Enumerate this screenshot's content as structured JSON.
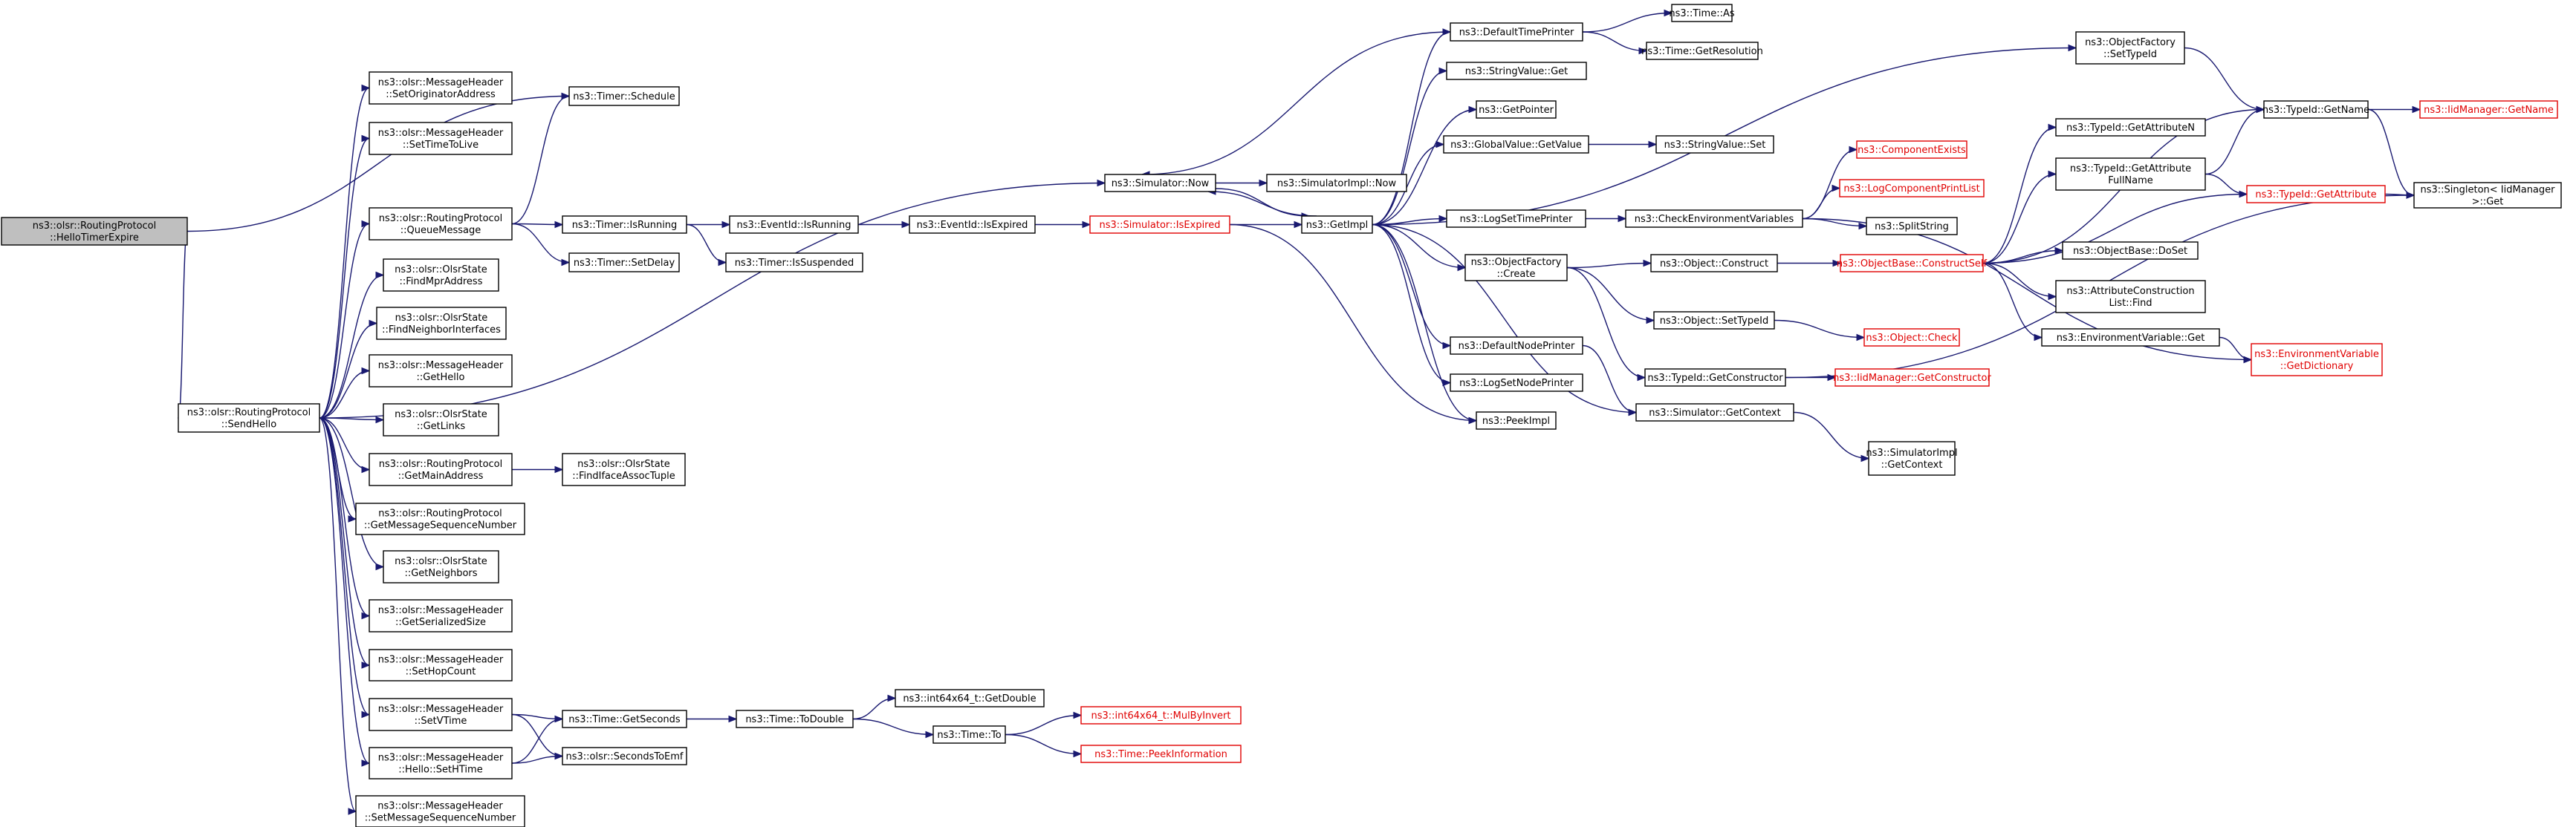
{
  "colors": {
    "edge": "#191970",
    "border": "#000000",
    "truncated_border": "#e00000",
    "root_fill": "#bfbfbf",
    "background": "#ffffff"
  },
  "nodes": [
    {
      "id": "root",
      "lines": [
        "ns3::olsr::RoutingProtocol",
        "::HelloTimerExpire"
      ],
      "root": true
    },
    {
      "id": "sendhello",
      "lines": [
        "ns3::olsr::RoutingProtocol",
        "::SendHello"
      ]
    },
    {
      "id": "setorig",
      "lines": [
        "ns3::olsr::MessageHeader",
        "::SetOriginatorAddress"
      ]
    },
    {
      "id": "setttl",
      "lines": [
        "ns3::olsr::MessageHeader",
        "::SetTimeToLive"
      ]
    },
    {
      "id": "queuemsg",
      "lines": [
        "ns3::olsr::RoutingProtocol",
        "::QueueMessage"
      ]
    },
    {
      "id": "findmpr",
      "lines": [
        "ns3::olsr::OlsrState",
        "::FindMprAddress"
      ]
    },
    {
      "id": "findnbif",
      "lines": [
        "ns3::olsr::OlsrState",
        "::FindNeighborInterfaces"
      ]
    },
    {
      "id": "gethello",
      "lines": [
        "ns3::olsr::MessageHeader",
        "::GetHello"
      ]
    },
    {
      "id": "getlinks",
      "lines": [
        "ns3::olsr::OlsrState",
        "::GetLinks"
      ]
    },
    {
      "id": "getmainaddr",
      "lines": [
        "ns3::olsr::RoutingProtocol",
        "::GetMainAddress"
      ]
    },
    {
      "id": "getmsgseq",
      "lines": [
        "ns3::olsr::RoutingProtocol",
        "::GetMessageSequenceNumber"
      ]
    },
    {
      "id": "getneigh",
      "lines": [
        "ns3::olsr::OlsrState",
        "::GetNeighbors"
      ]
    },
    {
      "id": "getsersize",
      "lines": [
        "ns3::olsr::MessageHeader",
        "::GetSerializedSize"
      ]
    },
    {
      "id": "sethop",
      "lines": [
        "ns3::olsr::MessageHeader",
        "::SetHopCount"
      ]
    },
    {
      "id": "setvtime",
      "lines": [
        "ns3::olsr::MessageHeader",
        "::SetVTime"
      ]
    },
    {
      "id": "sethtime",
      "lines": [
        "ns3::olsr::MessageHeader",
        "::Hello::SetHTime"
      ]
    },
    {
      "id": "setmsgseq",
      "lines": [
        "ns3::olsr::MessageHeader",
        "::SetMessageSequenceNumber"
      ]
    },
    {
      "id": "findiface",
      "lines": [
        "ns3::olsr::OlsrState",
        "::FindIfaceAssocTuple"
      ]
    },
    {
      "id": "timersched",
      "lines": [
        "ns3::Timer::Schedule"
      ]
    },
    {
      "id": "timerrun",
      "lines": [
        "ns3::Timer::IsRunning"
      ]
    },
    {
      "id": "timerdelay",
      "lines": [
        "ns3::Timer::SetDelay"
      ]
    },
    {
      "id": "timersusp",
      "lines": [
        "ns3::Timer::IsSuspended"
      ]
    },
    {
      "id": "eventrun",
      "lines": [
        "ns3::EventId::IsRunning"
      ]
    },
    {
      "id": "eventexp",
      "lines": [
        "ns3::EventId::IsExpired"
      ]
    },
    {
      "id": "simexp",
      "lines": [
        "ns3::Simulator::IsExpired"
      ],
      "truncated": true
    },
    {
      "id": "simnow",
      "lines": [
        "ns3::Simulator::Now"
      ]
    },
    {
      "id": "simimplnow",
      "lines": [
        "ns3::SimulatorImpl::Now"
      ]
    },
    {
      "id": "getimpl",
      "lines": [
        "ns3::GetImpl"
      ]
    },
    {
      "id": "deftimeprinter",
      "lines": [
        "ns3::DefaultTimePrinter"
      ]
    },
    {
      "id": "timeas",
      "lines": [
        "ns3::Time::As"
      ]
    },
    {
      "id": "timeres",
      "lines": [
        "ns3::Time::GetResolution"
      ]
    },
    {
      "id": "strvalget",
      "lines": [
        "ns3::StringValue::Get"
      ]
    },
    {
      "id": "getpointer",
      "lines": [
        "ns3::GetPointer"
      ]
    },
    {
      "id": "globalval",
      "lines": [
        "ns3::GlobalValue::GetValue"
      ]
    },
    {
      "id": "strvalset",
      "lines": [
        "ns3::StringValue::Set"
      ]
    },
    {
      "id": "logsettime",
      "lines": [
        "ns3::LogSetTimePrinter"
      ]
    },
    {
      "id": "checkenv",
      "lines": [
        "ns3::CheckEnvironmentVariables"
      ]
    },
    {
      "id": "compexists",
      "lines": [
        "ns3::ComponentExists"
      ],
      "truncated": true
    },
    {
      "id": "logcomplist",
      "lines": [
        "ns3::LogComponentPrintList"
      ],
      "truncated": true
    },
    {
      "id": "splitstr",
      "lines": [
        "ns3::SplitString"
      ]
    },
    {
      "id": "objfactcreate",
      "lines": [
        "ns3::ObjectFactory",
        "::Create"
      ]
    },
    {
      "id": "objconstruct",
      "lines": [
        "ns3::Object::Construct"
      ]
    },
    {
      "id": "objsettype",
      "lines": [
        "ns3::Object::SetTypeId"
      ]
    },
    {
      "id": "objcheck",
      "lines": [
        "ns3::Object::Check"
      ],
      "truncated": true
    },
    {
      "id": "objbaseconstruct",
      "lines": [
        "ns3::ObjectBase::ConstructSelf"
      ],
      "truncated": true
    },
    {
      "id": "defnodeprinter",
      "lines": [
        "ns3::DefaultNodePrinter"
      ]
    },
    {
      "id": "logsetnode",
      "lines": [
        "ns3::LogSetNodePrinter"
      ]
    },
    {
      "id": "peekimpl",
      "lines": [
        "ns3::PeekImpl"
      ]
    },
    {
      "id": "typeidgetctor",
      "lines": [
        "ns3::TypeId::GetConstructor"
      ]
    },
    {
      "id": "iidgetctor",
      "lines": [
        "ns3::IidManager::GetConstructor"
      ],
      "truncated": true
    },
    {
      "id": "simgetctx",
      "lines": [
        "ns3::Simulator::GetContext"
      ]
    },
    {
      "id": "simimplgetctx",
      "lines": [
        "ns3::SimulatorImpl",
        "::GetContext"
      ]
    },
    {
      "id": "objfactsettype",
      "lines": [
        "ns3::ObjectFactory",
        "::SetTypeId"
      ]
    },
    {
      "id": "typeidgetname",
      "lines": [
        "ns3::TypeId::GetName"
      ]
    },
    {
      "id": "iidgetname",
      "lines": [
        "ns3::IidManager::GetName"
      ],
      "truncated": true
    },
    {
      "id": "typeidgetattrn",
      "lines": [
        "ns3::TypeId::GetAttributeN"
      ]
    },
    {
      "id": "typeidgetattrfull",
      "lines": [
        "ns3::TypeId::GetAttribute",
        "FullName"
      ]
    },
    {
      "id": "typeidgetattr",
      "lines": [
        "ns3::TypeId::GetAttribute"
      ],
      "truncated": true
    },
    {
      "id": "singleton",
      "lines": [
        "ns3::Singleton< IidManager",
        " >::Get"
      ]
    },
    {
      "id": "objbasedoset",
      "lines": [
        "ns3::ObjectBase::DoSet"
      ]
    },
    {
      "id": "attrconstruct",
      "lines": [
        "ns3::AttributeConstruction",
        "List::Find"
      ]
    },
    {
      "id": "envvarget",
      "lines": [
        "ns3::EnvironmentVariable::Get"
      ]
    },
    {
      "id": "envvardict",
      "lines": [
        "ns3::EnvironmentVariable",
        "::GetDictionary"
      ],
      "truncated": true
    },
    {
      "id": "timegetsec",
      "lines": [
        "ns3::Time::GetSeconds"
      ]
    },
    {
      "id": "secstoemf",
      "lines": [
        "ns3::olsr::SecondsToEmf"
      ]
    },
    {
      "id": "timetodouble",
      "lines": [
        "ns3::Time::ToDouble"
      ]
    },
    {
      "id": "int64getdouble",
      "lines": [
        "ns3::int64x64_t::GetDouble"
      ]
    },
    {
      "id": "timeto",
      "lines": [
        "ns3::Time::To"
      ]
    },
    {
      "id": "int64mulinv",
      "lines": [
        "ns3::int64x64_t::MulByInvert"
      ],
      "truncated": true
    },
    {
      "id": "timepeekinfo",
      "lines": [
        "ns3::Time::PeekInformation"
      ],
      "truncated": true
    }
  ],
  "edges": [
    [
      "root",
      "sendhello"
    ],
    [
      "root",
      "timersched"
    ],
    [
      "sendhello",
      "setorig"
    ],
    [
      "sendhello",
      "setttl"
    ],
    [
      "sendhello",
      "simnow"
    ],
    [
      "sendhello",
      "queuemsg"
    ],
    [
      "sendhello",
      "findmpr"
    ],
    [
      "sendhello",
      "findnbif"
    ],
    [
      "sendhello",
      "gethello"
    ],
    [
      "sendhello",
      "getlinks"
    ],
    [
      "sendhello",
      "getmainaddr"
    ],
    [
      "sendhello",
      "getmsgseq"
    ],
    [
      "sendhello",
      "getneigh"
    ],
    [
      "sendhello",
      "getsersize"
    ],
    [
      "sendhello",
      "sethop"
    ],
    [
      "sendhello",
      "setvtime"
    ],
    [
      "sendhello",
      "sethtime"
    ],
    [
      "sendhello",
      "setmsgseq"
    ],
    [
      "queuemsg",
      "timersched"
    ],
    [
      "queuemsg",
      "timerrun"
    ],
    [
      "queuemsg",
      "timerdelay"
    ],
    [
      "getmainaddr",
      "findiface"
    ],
    [
      "timerrun",
      "eventrun"
    ],
    [
      "timerrun",
      "timersusp"
    ],
    [
      "eventrun",
      "eventexp"
    ],
    [
      "eventexp",
      "simexp"
    ],
    [
      "simexp",
      "getimpl"
    ],
    [
      "simexp",
      "peekimpl"
    ],
    [
      "simnow",
      "simimplnow"
    ],
    [
      "simnow",
      "getimpl"
    ],
    [
      "getimpl",
      "simnow"
    ],
    [
      "getimpl",
      "deftimeprinter"
    ],
    [
      "getimpl",
      "strvalget"
    ],
    [
      "getimpl",
      "getpointer"
    ],
    [
      "getimpl",
      "globalval"
    ],
    [
      "getimpl",
      "objfactsettype"
    ],
    [
      "getimpl",
      "logsettime"
    ],
    [
      "getimpl",
      "objfactcreate"
    ],
    [
      "getimpl",
      "defnodeprinter"
    ],
    [
      "getimpl",
      "logsetnode"
    ],
    [
      "getimpl",
      "peekimpl"
    ],
    [
      "getimpl",
      "simgetctx"
    ],
    [
      "deftimeprinter",
      "timeas"
    ],
    [
      "deftimeprinter",
      "timeres"
    ],
    [
      "deftimeprinter",
      "simnow"
    ],
    [
      "globalval",
      "strvalset"
    ],
    [
      "logsettime",
      "checkenv"
    ],
    [
      "checkenv",
      "compexists"
    ],
    [
      "checkenv",
      "logcomplist"
    ],
    [
      "checkenv",
      "splitstr"
    ],
    [
      "checkenv",
      "envvardict"
    ],
    [
      "objfactcreate",
      "objconstruct"
    ],
    [
      "objfactcreate",
      "objsettype"
    ],
    [
      "objfactcreate",
      "typeidgetctor"
    ],
    [
      "objconstruct",
      "objbaseconstruct"
    ],
    [
      "objsettype",
      "objcheck"
    ],
    [
      "defnodeprinter",
      "simgetctx"
    ],
    [
      "typeidgetctor",
      "iidgetctor"
    ],
    [
      "typeidgetctor",
      "singleton"
    ],
    [
      "simgetctx",
      "simimplgetctx"
    ],
    [
      "objfactsettype",
      "typeidgetname"
    ],
    [
      "typeidgetname",
      "iidgetname"
    ],
    [
      "typeidgetname",
      "singleton"
    ],
    [
      "typeidgetattrfull",
      "typeidgetname"
    ],
    [
      "typeidgetattrfull",
      "typeidgetattr"
    ],
    [
      "typeidgetattr",
      "singleton"
    ],
    [
      "objbaseconstruct",
      "typeidgetname"
    ],
    [
      "objbaseconstruct",
      "typeidgetattrn"
    ],
    [
      "objbaseconstruct",
      "typeidgetattrfull"
    ],
    [
      "objbaseconstruct",
      "typeidgetattr"
    ],
    [
      "objbaseconstruct",
      "objbasedoset"
    ],
    [
      "objbaseconstruct",
      "attrconstruct"
    ],
    [
      "objbaseconstruct",
      "envvarget"
    ],
    [
      "envvarget",
      "envvardict"
    ],
    [
      "setvtime",
      "timegetsec"
    ],
    [
      "setvtime",
      "secstoemf"
    ],
    [
      "sethtime",
      "timegetsec"
    ],
    [
      "sethtime",
      "secstoemf"
    ],
    [
      "timegetsec",
      "timetodouble"
    ],
    [
      "timetodouble",
      "int64getdouble"
    ],
    [
      "timetodouble",
      "timeto"
    ],
    [
      "timeto",
      "int64mulinv"
    ],
    [
      "timeto",
      "timepeekinfo"
    ]
  ]
}
